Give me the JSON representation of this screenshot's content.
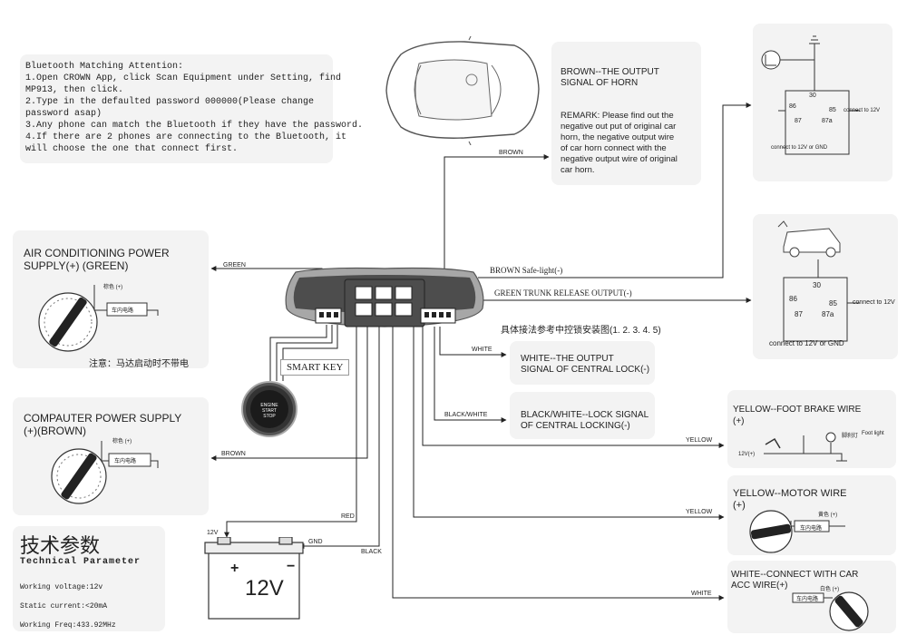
{
  "bluetooth": {
    "title": "Bluetooth Matching Attention:",
    "lines": [
      "1.Open CROWN App, click Scan Equipment under Setting, find",
      "MP913, then click.",
      "2.Type in the defaulted password 000000(Please change",
      "password asap)",
      "3.Any phone can match the Bluetooth if they have the password.",
      "4.If there are 2 phones are connecting to the Bluetooth, it",
      "will choose the one that connect first."
    ]
  },
  "horn": {
    "title_1": "BROWN--THE OUTPUT",
    "title_2": "SIGNAL OF HORN",
    "remark": [
      "REMARK: Please find out the",
      "negative out put of original car",
      "horn, the negative output wire",
      "of car horn connect with the",
      "negative output wire of original",
      "car horn."
    ]
  },
  "relay1": {
    "p30": "30",
    "p86": "86",
    "p85": "85",
    "p87": "87",
    "p87a": "87a",
    "right": "connect to 12V",
    "bottom": "connect to 12V or GND"
  },
  "relay2": {
    "p30": "30",
    "p86": "86",
    "p85": "85",
    "p87": "87",
    "p87a": "87a",
    "right": "connect to 12V",
    "bottom": "connect to 12V or GND"
  },
  "ac": {
    "title_1": "AIR CONDITIONING POWER",
    "title_2": "SUPPLY(+) (GREEN)",
    "wire_cn": "棕色 (+)",
    "box_cn": "车内电路",
    "note": "注意：马达启动时不带电"
  },
  "computer": {
    "title_1": "COMPAUTER POWER SUPPLY",
    "title_2": "(+)(BROWN)",
    "wire_cn": "棕色 (+)",
    "box_cn": "车内电路"
  },
  "tech": {
    "title_cn": "技术参数",
    "title_en": "Technical Parameter",
    "lines": [
      "Working voltage:12v",
      "Static current:<20mA",
      "Working Freq:433.92MHz"
    ]
  },
  "battery": {
    "voltage": "12V",
    "plus": "+",
    "minus": "−",
    "side": "12V"
  },
  "wires": {
    "green": "GREEN",
    "brown_top": "BROWN",
    "brown_safe": "BROWN Safe-light(-)",
    "green_trunk": "GREEN TRUNK RELEASE OUTPUT(-)",
    "brown_left": "BROWN",
    "white": "WHITE",
    "black_white": "BLACK/WHITE",
    "yellow_1": "YELLOW",
    "yellow_2": "YELLOW",
    "white_2": "WHITE",
    "red": "RED",
    "gnd": "GND",
    "black": "BLACK"
  },
  "cn_install": "具体接法参考中控锁安装图(1. 2. 3. 4. 5)",
  "smart_key": "SMART KEY",
  "start_button": {
    "l1": "ENGINE",
    "l2": "START",
    "l3": "STOP"
  },
  "central_lock": {
    "l1": "WHITE--THE OUTPUT",
    "l2": "SIGNAL OF CENTRAL LOCK(-)"
  },
  "locking": {
    "l1": "BLACK/WHITE--LOCK SIGNAL",
    "l2": "OF CENTRAL LOCKING(-)"
  },
  "foot_brake": {
    "l1": "YELLOW--FOOT BRAKE WIRE",
    "l2": "(+)",
    "v": "12V(+)",
    "lamp_cn": "脚刹灯",
    "lamp_en": "Foot light"
  },
  "motor": {
    "l1": "YELLOW--MOTOR WIRE",
    "l2": "(+)",
    "wire_cn": "黄色 (+)",
    "box_cn": "车内电路"
  },
  "acc": {
    "l1": "WHITE--CONNECT WITH CAR",
    "l2": "ACC WIRE(+)",
    "wire_cn": "白色 (+)",
    "box_cn": "车内电路"
  }
}
